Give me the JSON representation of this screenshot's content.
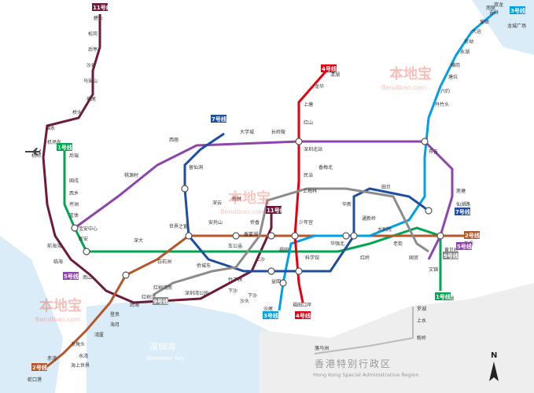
{
  "watermark": {
    "brand_cn": "本地宝",
    "brand_en": "Bendibao.com"
  },
  "water": {
    "bay_cn": "深圳湾",
    "bay_en": "Shenzhen Bay"
  },
  "region": {
    "hk_cn": "香港特别行政区",
    "hk_en": "Hong Kong Special Administrative Region"
  },
  "compass": {
    "label": "N"
  },
  "lines": [
    {
      "id": "1",
      "label": "1号线",
      "color": "#00a650"
    },
    {
      "id": "2",
      "label": "2号线",
      "color": "#b5572b"
    },
    {
      "id": "3",
      "label": "3号线",
      "color": "#00a0e9"
    },
    {
      "id": "4",
      "label": "4号线",
      "color": "#e60012"
    },
    {
      "id": "5",
      "label": "5号线",
      "color": "#8e44ad"
    },
    {
      "id": "7",
      "label": "7号线",
      "color": "#1f4ea1"
    },
    {
      "id": "9",
      "label": "9号线",
      "color": "#8d8c8c"
    },
    {
      "id": "11",
      "label": "11号线",
      "color": "#6e1a3d"
    }
  ],
  "stations": {
    "biwu": "碧头",
    "songgang": "松岗",
    "houting": "后亭",
    "shajing": "沙井",
    "mashan": "马安山",
    "tangwei": "塘尾",
    "qiaotou": "桥头",
    "fuyong": "福永",
    "jichangdong": "机场东",
    "jichang": "机场",
    "hegang": "后瑞",
    "gushu": "固戍",
    "xixiang": "西乡",
    "pingzhou": "坪洲",
    "baoan": "宝体",
    "baoanzx": "宝安中心",
    "xinan": "新安",
    "qianhaiwan": "前海湾",
    "linhai": "临海",
    "nanshan": "南山",
    "houhai": "后海",
    "dengliang": "登良",
    "haiyue": "海月",
    "wanxia": "湾厦",
    "dongjiaotou": "东角头",
    "shuiwan": "水湾",
    "haishang": "海上世界",
    "chiwan": "赤湾",
    "shekougang": "蛇口港",
    "xili": "西丽",
    "taoyuan": "桃源村",
    "daxue": "大学城",
    "changlingpi": "长岭陂",
    "shenzhenbei": "深圳北站",
    "minzhi": "民治",
    "hongshan": "红山",
    "shangtang": "上塘",
    "longhua": "龙华",
    "qinghu": "清湖",
    "futian": "福田",
    "huaqiang": "华强北",
    "laojie": "老街",
    "luohu": "罗湖",
    "guomao": "国贸",
    "dajuyuan": "大剧院",
    "shaoniangong": "少年宫",
    "chegongmiao": "车公庙",
    "shijiezhichuang": "世界之窗",
    "baishizhou": "白石洲",
    "qiaocheng": "侨城东",
    "zhuzilin": "竹子林",
    "xiasha": "下沙",
    "futiankouan": "福田口岸",
    "shenzhenwan": "深圳湾公园",
    "hongshuwan": "红树湾南",
    "yitian": "益田",
    "tianbei": "田贝",
    "buji": "布吉",
    "danzhutou": "丹竹头",
    "liuyue": "六约",
    "tangkeng": "塘坑",
    "henggang": "横岗",
    "yonghu": "永湖",
    "hehuan": "荷坳",
    "dayun": "大运",
    "ailian": "爱联",
    "jixiang": "吉祥",
    "longcheng": "龙城广场",
    "nanlian": "南联",
    "shuanglong": "双龙",
    "xinxiu": "新秀",
    "huangbeiling": "黄贝岭",
    "wenjindu": "文锦",
    "xiangmeibei": "香梅北",
    "meilin": "梅林",
    "shangmeilin": "上梅林",
    "qiaoxiang": "侨香",
    "xiangmihu": "香蜜湖",
    "shenyun": "深云",
    "antuoshan": "安托山",
    "liuxiandong": "留仙洞",
    "shenzhendaxue": "深大",
    "hongshuwanbei": "红树湾",
    "kejiyuan": "科学馆",
    "hongling": "红岭",
    "tongxinling": "通新岭",
    "huaxin": "华新",
    "liantang": "莲塘",
    "xianhu": "仙湖路",
    "shawei": "沙尾",
    "shangsha": "上沙",
    "shatou": "沙头",
    "xiasha2": "下沙"
  },
  "hk_stations": {
    "lowu": "罗湖",
    "shangshui": "上水",
    "fenling": "粉岭",
    "luomachou": "落马洲"
  }
}
